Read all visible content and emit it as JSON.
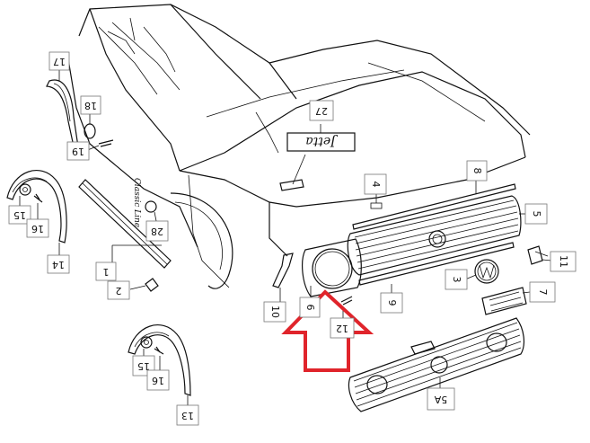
{
  "callouts": {
    "p17": "17",
    "p18": "18",
    "p19": "19",
    "p15a": "15",
    "p16a": "16",
    "p14": "14",
    "p1": "1",
    "p2": "2",
    "p28": "28",
    "p27": "27",
    "p4": "4",
    "p8": "8",
    "p5": "5",
    "p10": "10",
    "p6": "6",
    "p12": "12",
    "p3": "3",
    "p9": "9",
    "p11": "11",
    "p7": "7",
    "p15b": "15",
    "p16b": "16",
    "p13": "13",
    "p5a": "5A"
  },
  "emblem_text": "Classic Line",
  "badge_text": "Jetta",
  "colors": {
    "line": "#111111",
    "arrow": "#e0242b",
    "background": "#ffffff"
  }
}
